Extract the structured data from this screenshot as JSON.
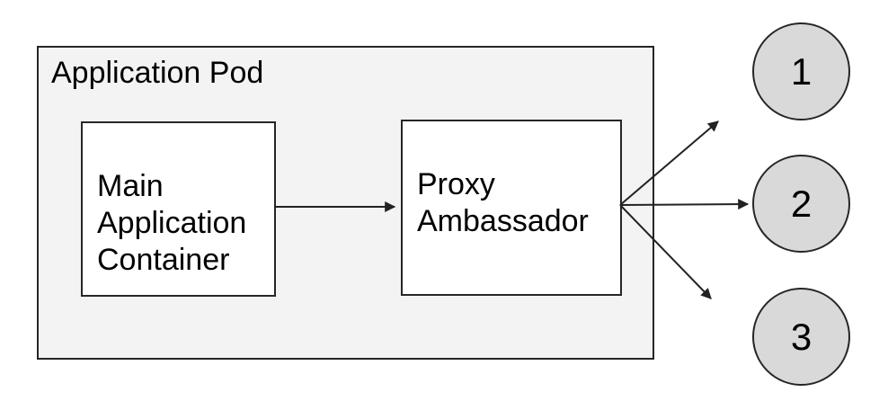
{
  "diagram": {
    "pod": {
      "label": "Application Pod"
    },
    "nodes": [
      {
        "id": "main-application-container",
        "label": "Main\nApplication\nContainer"
      },
      {
        "id": "proxy-ambassador",
        "label": "Proxy\nAmbassador"
      }
    ],
    "endpoints": [
      {
        "id": "endpoint-1",
        "label": "1"
      },
      {
        "id": "endpoint-2",
        "label": "2"
      },
      {
        "id": "endpoint-3",
        "label": "3"
      }
    ],
    "connections": [
      {
        "from": "Main Application Container",
        "to": "Proxy Ambassador"
      },
      {
        "from": "Proxy Ambassador",
        "to": "1"
      },
      {
        "from": "Proxy Ambassador",
        "to": "2"
      },
      {
        "from": "Proxy Ambassador",
        "to": "3"
      }
    ],
    "colors": {
      "background": "#ffffff",
      "pod_fill": "#f3f3f3",
      "node_fill": "#ffffff",
      "endpoint_fill": "#d9d9d9",
      "border": "#262626",
      "arrow": "#222222",
      "text": "#000000"
    }
  }
}
